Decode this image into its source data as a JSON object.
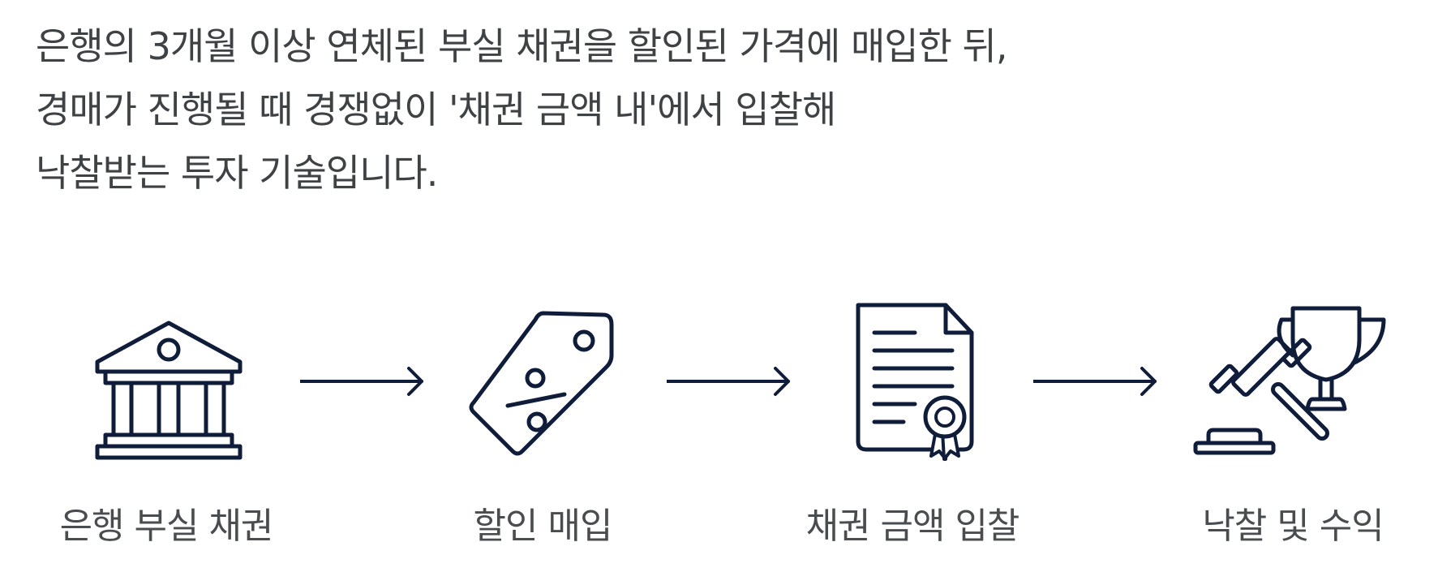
{
  "intro": {
    "lines": [
      "은행의 3개월 이상 연체된 부실 채권을 할인된 가격에 매입한 뒤,",
      "경매가 진행될 때 경쟁없이 '채권 금액 내'에서 입찰해",
      "낙찰받는 투자 기술입니다."
    ]
  },
  "steps": [
    {
      "label": "은행 부실 채권",
      "icon": "bank-icon"
    },
    {
      "label": "할인 매입",
      "icon": "discount-tag-icon"
    },
    {
      "label": "채권 금액 입찰",
      "icon": "certificate-document-icon"
    },
    {
      "label": "낙찰 및 수익",
      "icon": "gavel-trophy-icon"
    }
  ],
  "colors": {
    "icon_stroke": "#0f1d3a",
    "text": "#3f4245"
  }
}
